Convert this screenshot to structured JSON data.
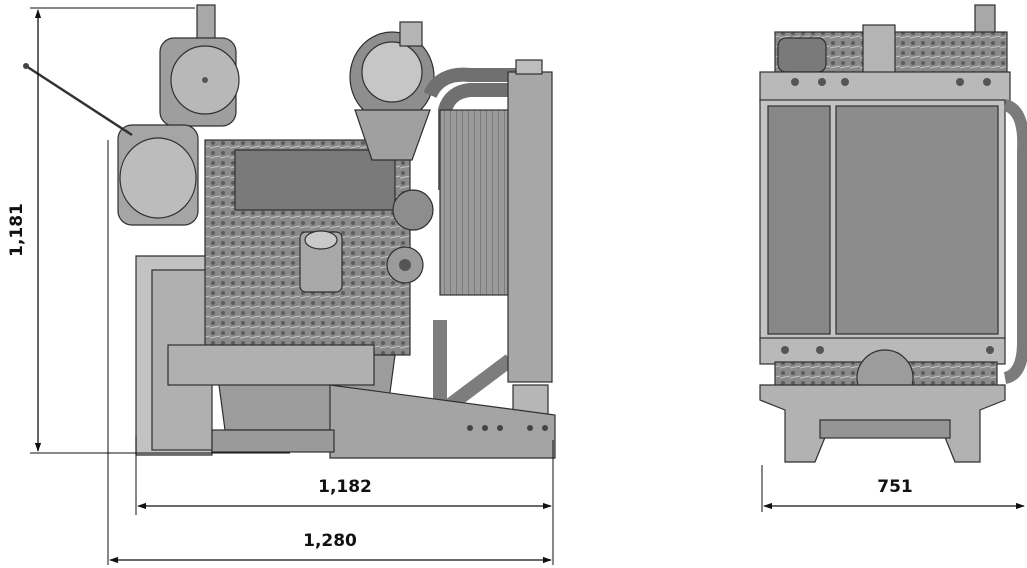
{
  "dimensions": {
    "height": "1,181",
    "length_base": "1,182",
    "length_overall": "1,280",
    "width": "751"
  },
  "colors": {
    "line": "#111111",
    "engine_dark": "#6e6e6e",
    "engine_mid": "#8f8f8f",
    "engine_light": "#bdbdbd",
    "engine_pale": "#d7d7d7"
  }
}
